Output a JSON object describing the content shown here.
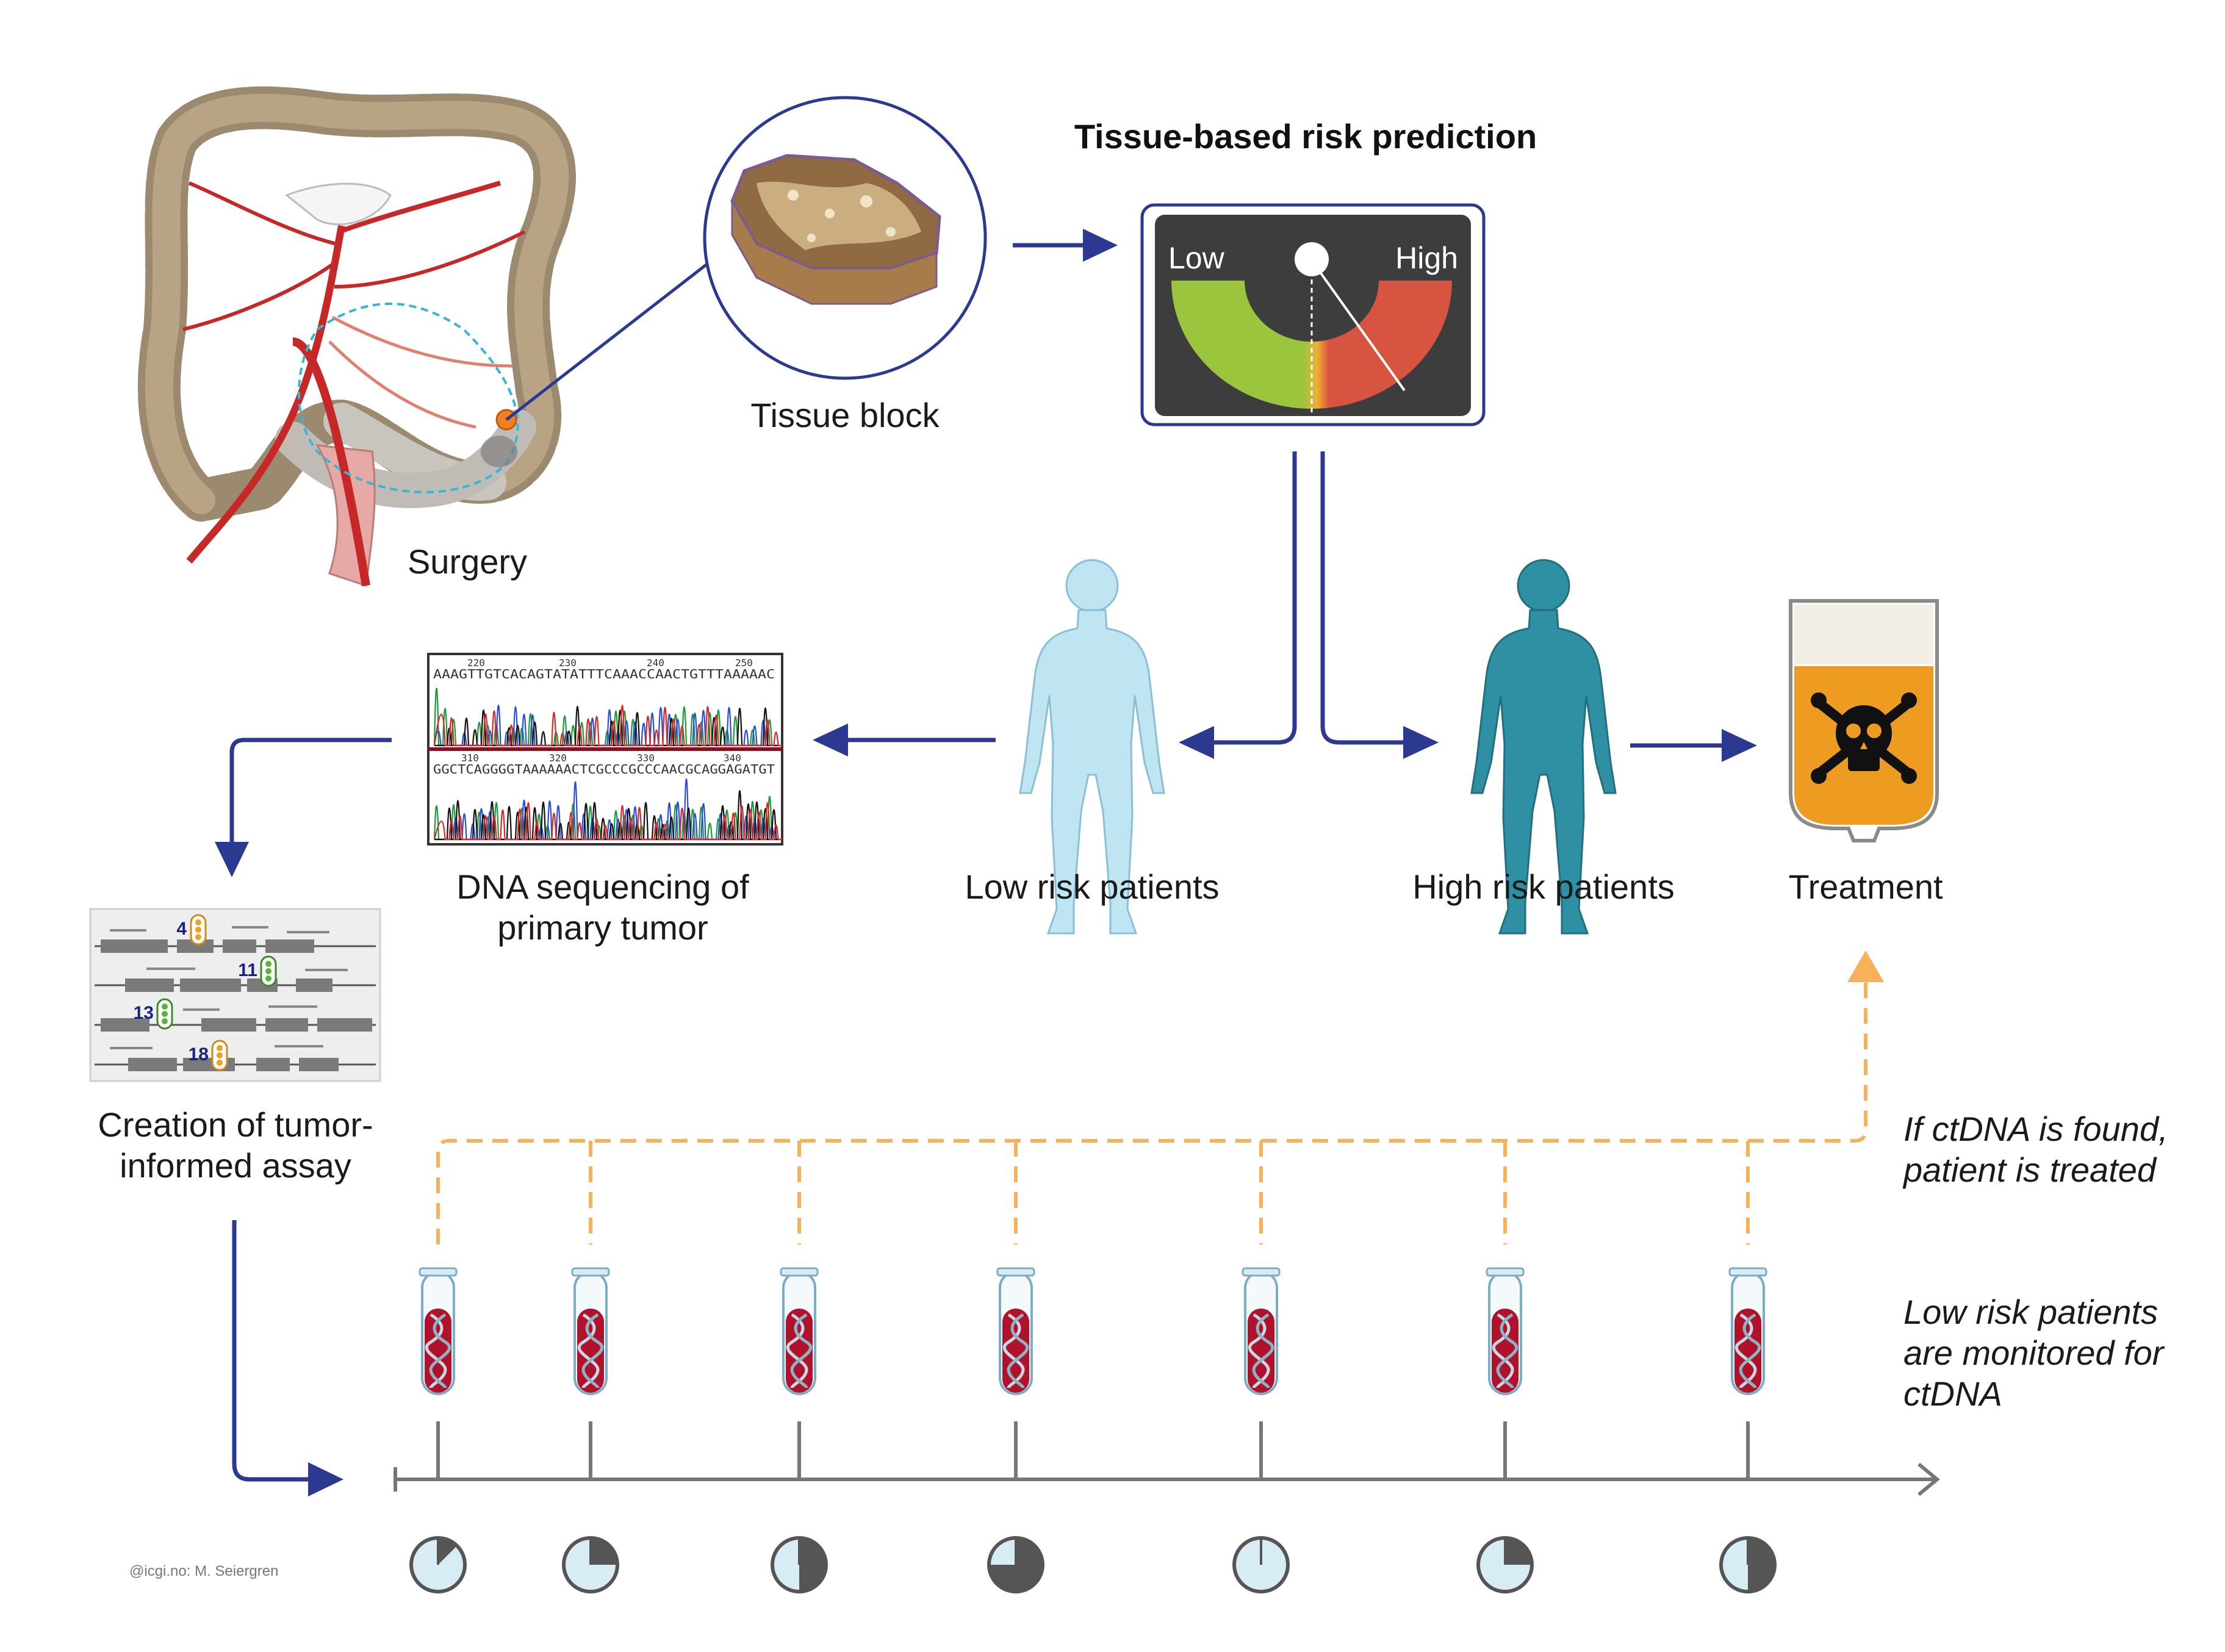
{
  "title": "Tissue-based risk prediction",
  "labels": {
    "surgery": "Surgery",
    "tissue_block": "Tissue block",
    "gauge_low": "Low",
    "gauge_high": "High",
    "low_risk": "Low risk patients",
    "high_risk": "High risk patients",
    "treatment": "Treatment",
    "dna_seq_line1": "DNA sequencing of",
    "dna_seq_line2": "primary tumor",
    "assay_line1": "Creation of tumor-",
    "assay_line2": "informed assay",
    "ctdna_found_line1": "If ctDNA is found,",
    "ctdna_found_line2": "patient is treated",
    "monitored_line1": "Low risk patients",
    "monitored_line2": "are monitored for",
    "monitored_line3": "ctDNA",
    "credit": "@icgi.no: M. Seiergren"
  },
  "sequencing": {
    "row1_ticks": [
      "220",
      "230",
      "240",
      "250"
    ],
    "row1_bases": "AAAGTTGTCACAGTATATTTCAAACCAACTGTTTAAAAAC",
    "row2_ticks": [
      "310",
      "320",
      "330",
      "340"
    ],
    "row2_bases": "GGCTCAGGGGTAAAAAACTCGCCCGCCCAACGCAGGAGATGT"
  },
  "assay_badges": [
    "4",
    "11",
    "13",
    "18"
  ],
  "timepoints": [
    {
      "id": "t1",
      "clock_fraction": 0.125
    },
    {
      "id": "t2",
      "clock_fraction": 0.25
    },
    {
      "id": "t3",
      "clock_fraction": 0.5
    },
    {
      "id": "t4",
      "clock_fraction": 0.75
    },
    {
      "id": "t5",
      "clock_fraction": 0.0
    },
    {
      "id": "t6",
      "clock_fraction": 0.25
    },
    {
      "id": "t7",
      "clock_fraction": 0.5
    }
  ],
  "colors": {
    "arrow_navy": "#2b3990",
    "dashed_orange": "#f6b15a",
    "gauge_green": "#9bc53d",
    "gauge_red": "#d65440",
    "gauge_bg": "#3d3d3d",
    "low_risk_person": "#bfe4f2",
    "high_risk_person": "#2f8fa3",
    "treatment_fluid": "#ed9b21",
    "blood": "#b0112b",
    "clock_fill": "#d7ecf5",
    "clock_dark": "#555555",
    "timeline": "#777777"
  },
  "icons": {
    "toxic": "skull-crossbones-icon",
    "dna": "dna-helix-icon",
    "clock": "clock-icon"
  }
}
